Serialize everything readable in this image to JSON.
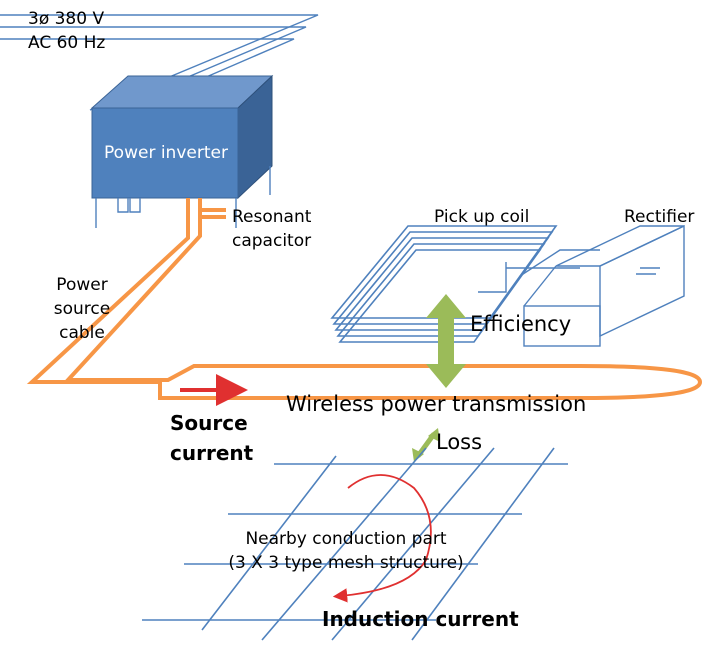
{
  "labels": {
    "supply_line1": "3ø 380 V",
    "supply_line2": "AC 60 Hz",
    "inverter": "Power inverter",
    "resonant_line1": "Resonant",
    "resonant_line2": "capacitor",
    "cable_line1": "Power",
    "cable_line2": "source",
    "cable_line3": "cable",
    "pickup": "Pick up coil",
    "rectifier": "Rectifier",
    "efficiency": "Efficiency",
    "wireless": "Wireless power transmission",
    "source_line1": "Source",
    "source_line2": "current",
    "loss": "Loss",
    "mesh_line1": "Nearby conduction part",
    "mesh_line2": "(3 X 3 type mesh structure)",
    "induction": "Induction current"
  },
  "colors": {
    "inverter_front": "#4F81BD",
    "inverter_top": "#7098CC",
    "inverter_side": "#3A6396",
    "cable": "#F79646",
    "wire": "#4F81BD",
    "efficiency_arrow": "#9BBB59",
    "current_arrow": "#FF0000"
  }
}
